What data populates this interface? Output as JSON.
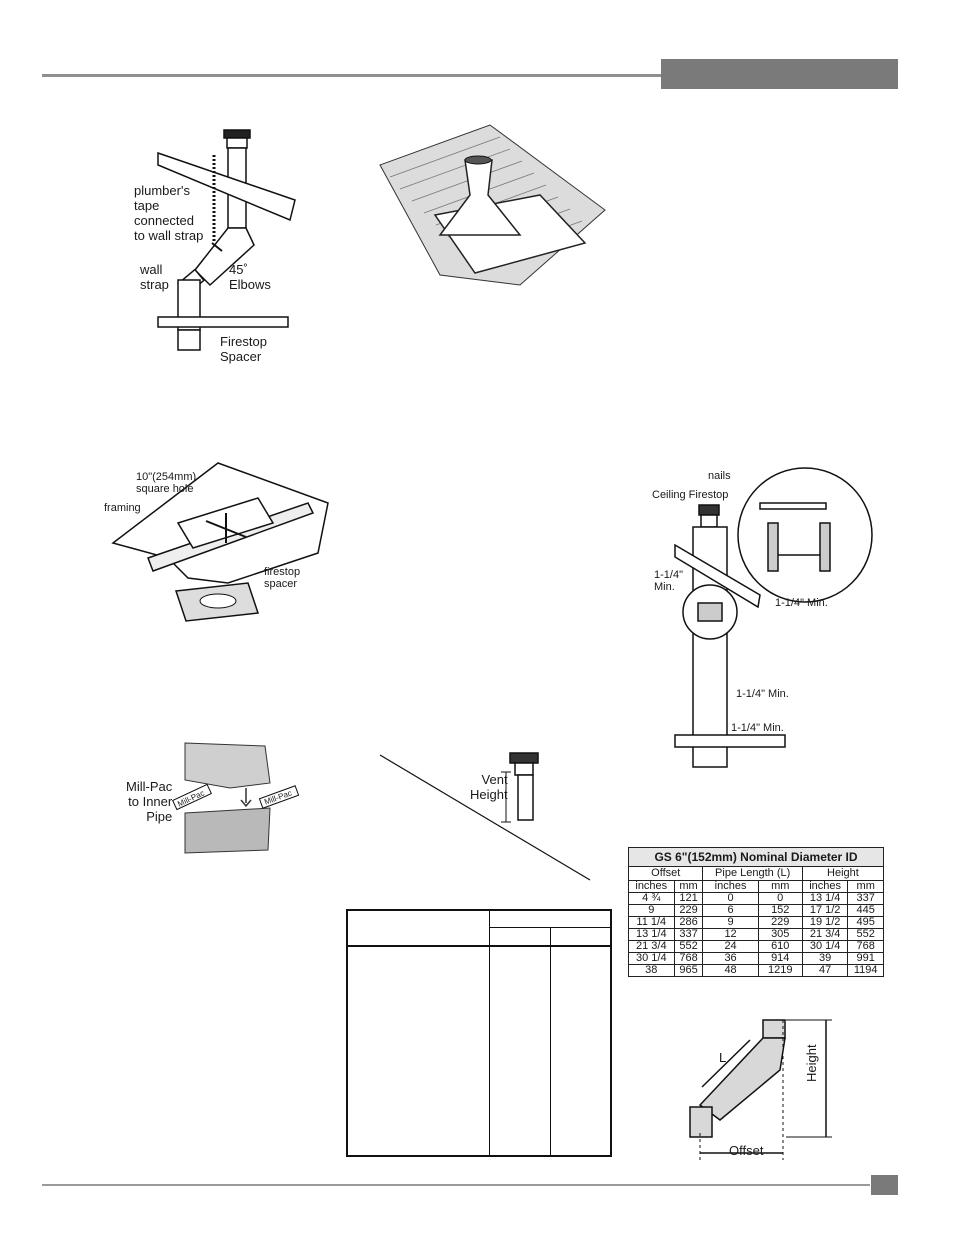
{
  "figure1": {
    "label_plumbers_tape": "plumber's\ntape\nconnected\nto wall strap",
    "label_wall_strap": "wall\nstrap",
    "label_elbows": "45˚\nElbows",
    "label_firestop_spacer": "Firestop\nSpacer"
  },
  "figure3": {
    "label_square_hole": "10\"(254mm)\nsquare hole",
    "label_framing": "framing",
    "label_firestop_spacer": "firestop\nspacer"
  },
  "figure4": {
    "label_nails": "nails",
    "label_ceiling_firestop": "Ceiling Firestop",
    "label_min_left": "1-1/4\"\nMin.",
    "label_min_detail": "1-1/4\" Min.",
    "label_min_mid": "1-1/4\" Min.",
    "label_min_low": "1-1/4\" Min."
  },
  "figure5": {
    "label_mill_pac": "Mill-Pac\nto Inner\nPipe",
    "tube_text": "Mill-Pac"
  },
  "figure6": {
    "label_vent_height": "Vent\nHeight"
  },
  "gs_table": {
    "caption": "GS 6\"(152mm) Nominal Diameter ID",
    "groups": [
      "Offset",
      "Pipe Length (L)",
      "Height"
    ],
    "units": [
      "inches",
      "mm",
      "inches",
      "mm",
      "inches",
      "mm"
    ],
    "rows": [
      [
        "4 ¾",
        "121",
        "0",
        "0",
        "13 1/4",
        "337"
      ],
      [
        "9",
        "229",
        "6",
        "152",
        "17 1/2",
        "445"
      ],
      [
        "11 1/4",
        "286",
        "9",
        "229",
        "19 1/2",
        "495"
      ],
      [
        "13 1/4",
        "337",
        "12",
        "305",
        "21 3/4",
        "552"
      ],
      [
        "21 3/4",
        "552",
        "24",
        "610",
        "30 1/4",
        "768"
      ],
      [
        "30 1/4",
        "768",
        "36",
        "914",
        "39",
        "991"
      ],
      [
        "38",
        "965",
        "48",
        "1219",
        "47",
        "1194"
      ]
    ]
  },
  "offset_diagram": {
    "label_l": "L",
    "label_height": "Height",
    "label_offset": "Offset"
  }
}
